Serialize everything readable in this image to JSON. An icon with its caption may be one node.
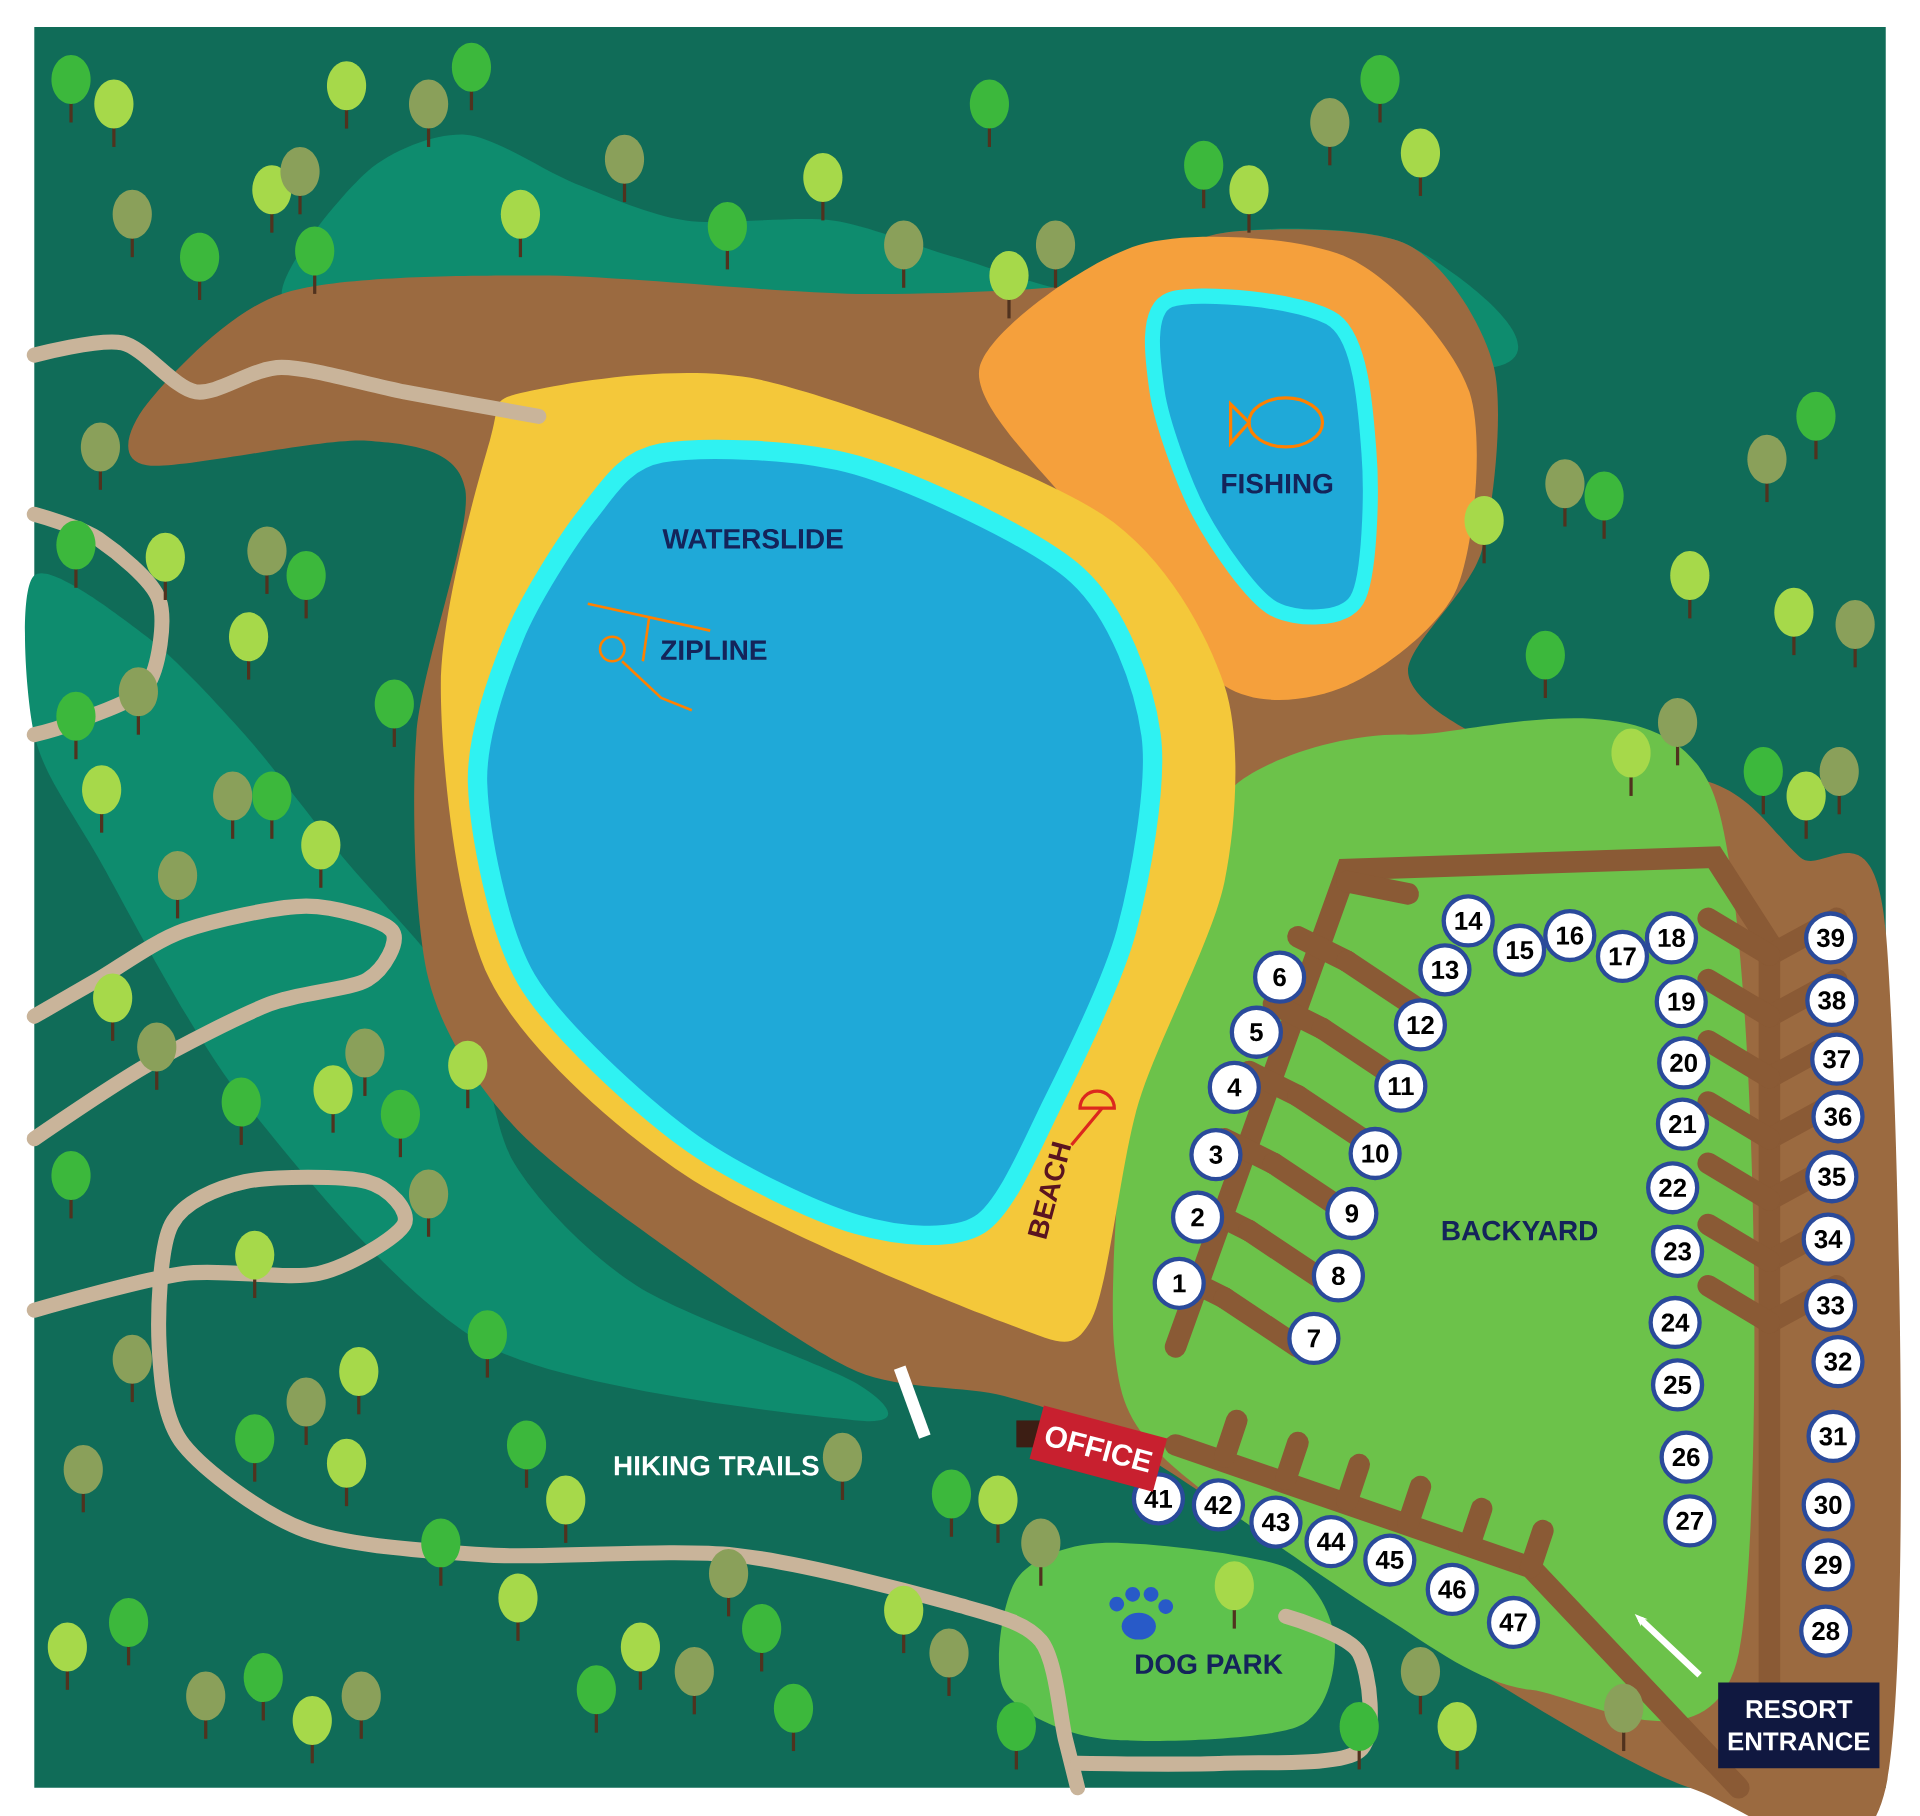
{
  "diagram": {
    "nodes": [
      {
        "text": [
          "1"
        ]
      },
      {
        "text": [
          "2"
        ]
      },
      {
        "text": [
          "3"
        ]
      },
      {
        "text": [
          "4"
        ]
      },
      {
        "text": [
          "5"
        ]
      },
      {
        "text": [
          "6"
        ]
      },
      {
        "text": [
          "7"
        ]
      },
      {
        "text": [
          "8"
        ]
      },
      {
        "text": [
          "9"
        ]
      },
      {
        "text": [
          "10"
        ]
      },
      {
        "text": [
          "11"
        ]
      },
      {
        "text": [
          "12"
        ]
      },
      {
        "text": [
          "13"
        ]
      },
      {
        "text": [
          "14"
        ]
      },
      {
        "text": [
          "15"
        ]
      },
      {
        "text": [
          "16"
        ]
      },
      {
        "text": [
          "17"
        ]
      },
      {
        "text": [
          "18"
        ]
      },
      {
        "text": [
          "19"
        ]
      },
      {
        "text": [
          "20"
        ]
      },
      {
        "text": [
          "21"
        ]
      },
      {
        "text": [
          "22"
        ]
      },
      {
        "text": [
          "23"
        ]
      },
      {
        "text": [
          "24"
        ]
      },
      {
        "text": [
          "25"
        ]
      },
      {
        "text": [
          "26"
        ]
      },
      {
        "text": [
          "27"
        ]
      },
      {
        "text": [
          "28"
        ]
      },
      {
        "text": [
          "29"
        ]
      },
      {
        "text": [
          "30"
        ]
      },
      {
        "text": [
          "31"
        ]
      },
      {
        "text": [
          "32"
        ]
      },
      {
        "text": [
          "33"
        ]
      },
      {
        "text": [
          "34"
        ]
      },
      {
        "text": [
          "35"
        ]
      },
      {
        "text": [
          "36"
        ]
      },
      {
        "text": [
          "37"
        ]
      },
      {
        "text": [
          "38"
        ]
      },
      {
        "text": [
          "39"
        ]
      },
      {
        "text": [
          "41"
        ]
      },
      {
        "text": [
          "42"
        ]
      },
      {
        "text": [
          "43"
        ]
      },
      {
        "text": [
          "44"
        ]
      },
      {
        "text": [
          "45"
        ]
      },
      {
        "text": [
          "46"
        ]
      },
      {
        "text": [
          "47"
        ]
      },
      {
        "text": [
          "OFFICE"
        ]
      },
      {
        "text": [
          "RESORT ENTRANCE"
        ]
      }
    ],
    "labels": [
      "WATERSLIDE",
      "FISHING",
      "ZIPLINE",
      "BEACH",
      "BACKYARD",
      "HIKING TRAILS",
      "DOG PARK"
    ]
  }
}
